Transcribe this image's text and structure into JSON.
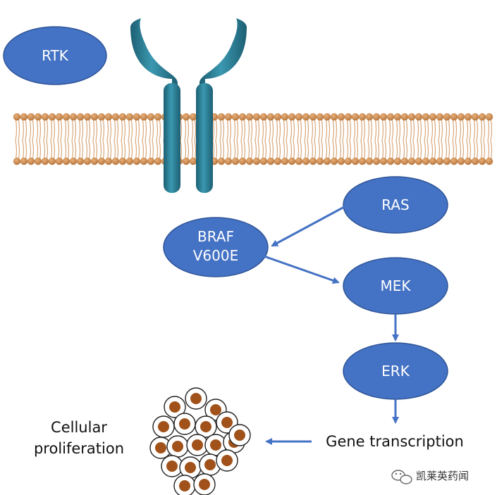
{
  "nodes": {
    "rtk": "RTK",
    "ras": "RAS",
    "braf_line1": "BRAF",
    "braf_line2": "V600E",
    "mek": "MEK",
    "erk": "ERK"
  },
  "labels": {
    "gene_transcription": "Gene transcription",
    "cellular_line1": "Cellular",
    "cellular_line2": "proliferation"
  },
  "watermark": {
    "text": "凯莱英药闻",
    "icon": "wechat-icon"
  },
  "colors": {
    "node_fill": "#4472c4",
    "node_stroke": "#2f5597",
    "arrow": "#4472c4",
    "receptor": "#2a7f96",
    "membrane_head": "#c8874a",
    "membrane_tail": "#d9a77a",
    "cell_nucleus": "#a0521a"
  }
}
